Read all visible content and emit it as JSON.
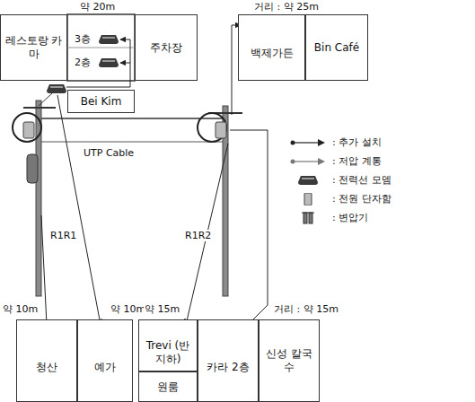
{
  "diagram": {
    "nodes": [
      {
        "text": [
          "레스토랑 카마"
        ]
      },
      {
        "text": [
          "주차장"
        ]
      },
      {
        "text": [
          "백제가든"
        ]
      },
      {
        "text": [
          "Bin Café"
        ]
      },
      {
        "text": [
          "Bei Kim"
        ]
      },
      {
        "text": [
          "청산"
        ]
      },
      {
        "text": [
          "예가"
        ]
      },
      {
        "text": [
          "Trevi (반지하)"
        ]
      },
      {
        "text": [
          "카라 2층"
        ]
      },
      {
        "text": [
          "신성 칼국수"
        ]
      },
      {
        "text": [
          "원룸"
        ]
      }
    ],
    "labels": [
      "약 20m",
      "3층",
      "2층",
      "거리 : 약 25m",
      "UTP Cable",
      "R1R1",
      "R1R2",
      "약 10m",
      "약 10m",
      "약 15m",
      "거리 : 약 15m"
    ],
    "legend": [
      {
        "text": ": 추가 설치"
      },
      {
        "text": ": 저압 계통"
      },
      {
        "text": ": 전력선 모뎀"
      },
      {
        "text": ": 전원 단자함"
      },
      {
        "text": ": 변압기"
      }
    ]
  }
}
